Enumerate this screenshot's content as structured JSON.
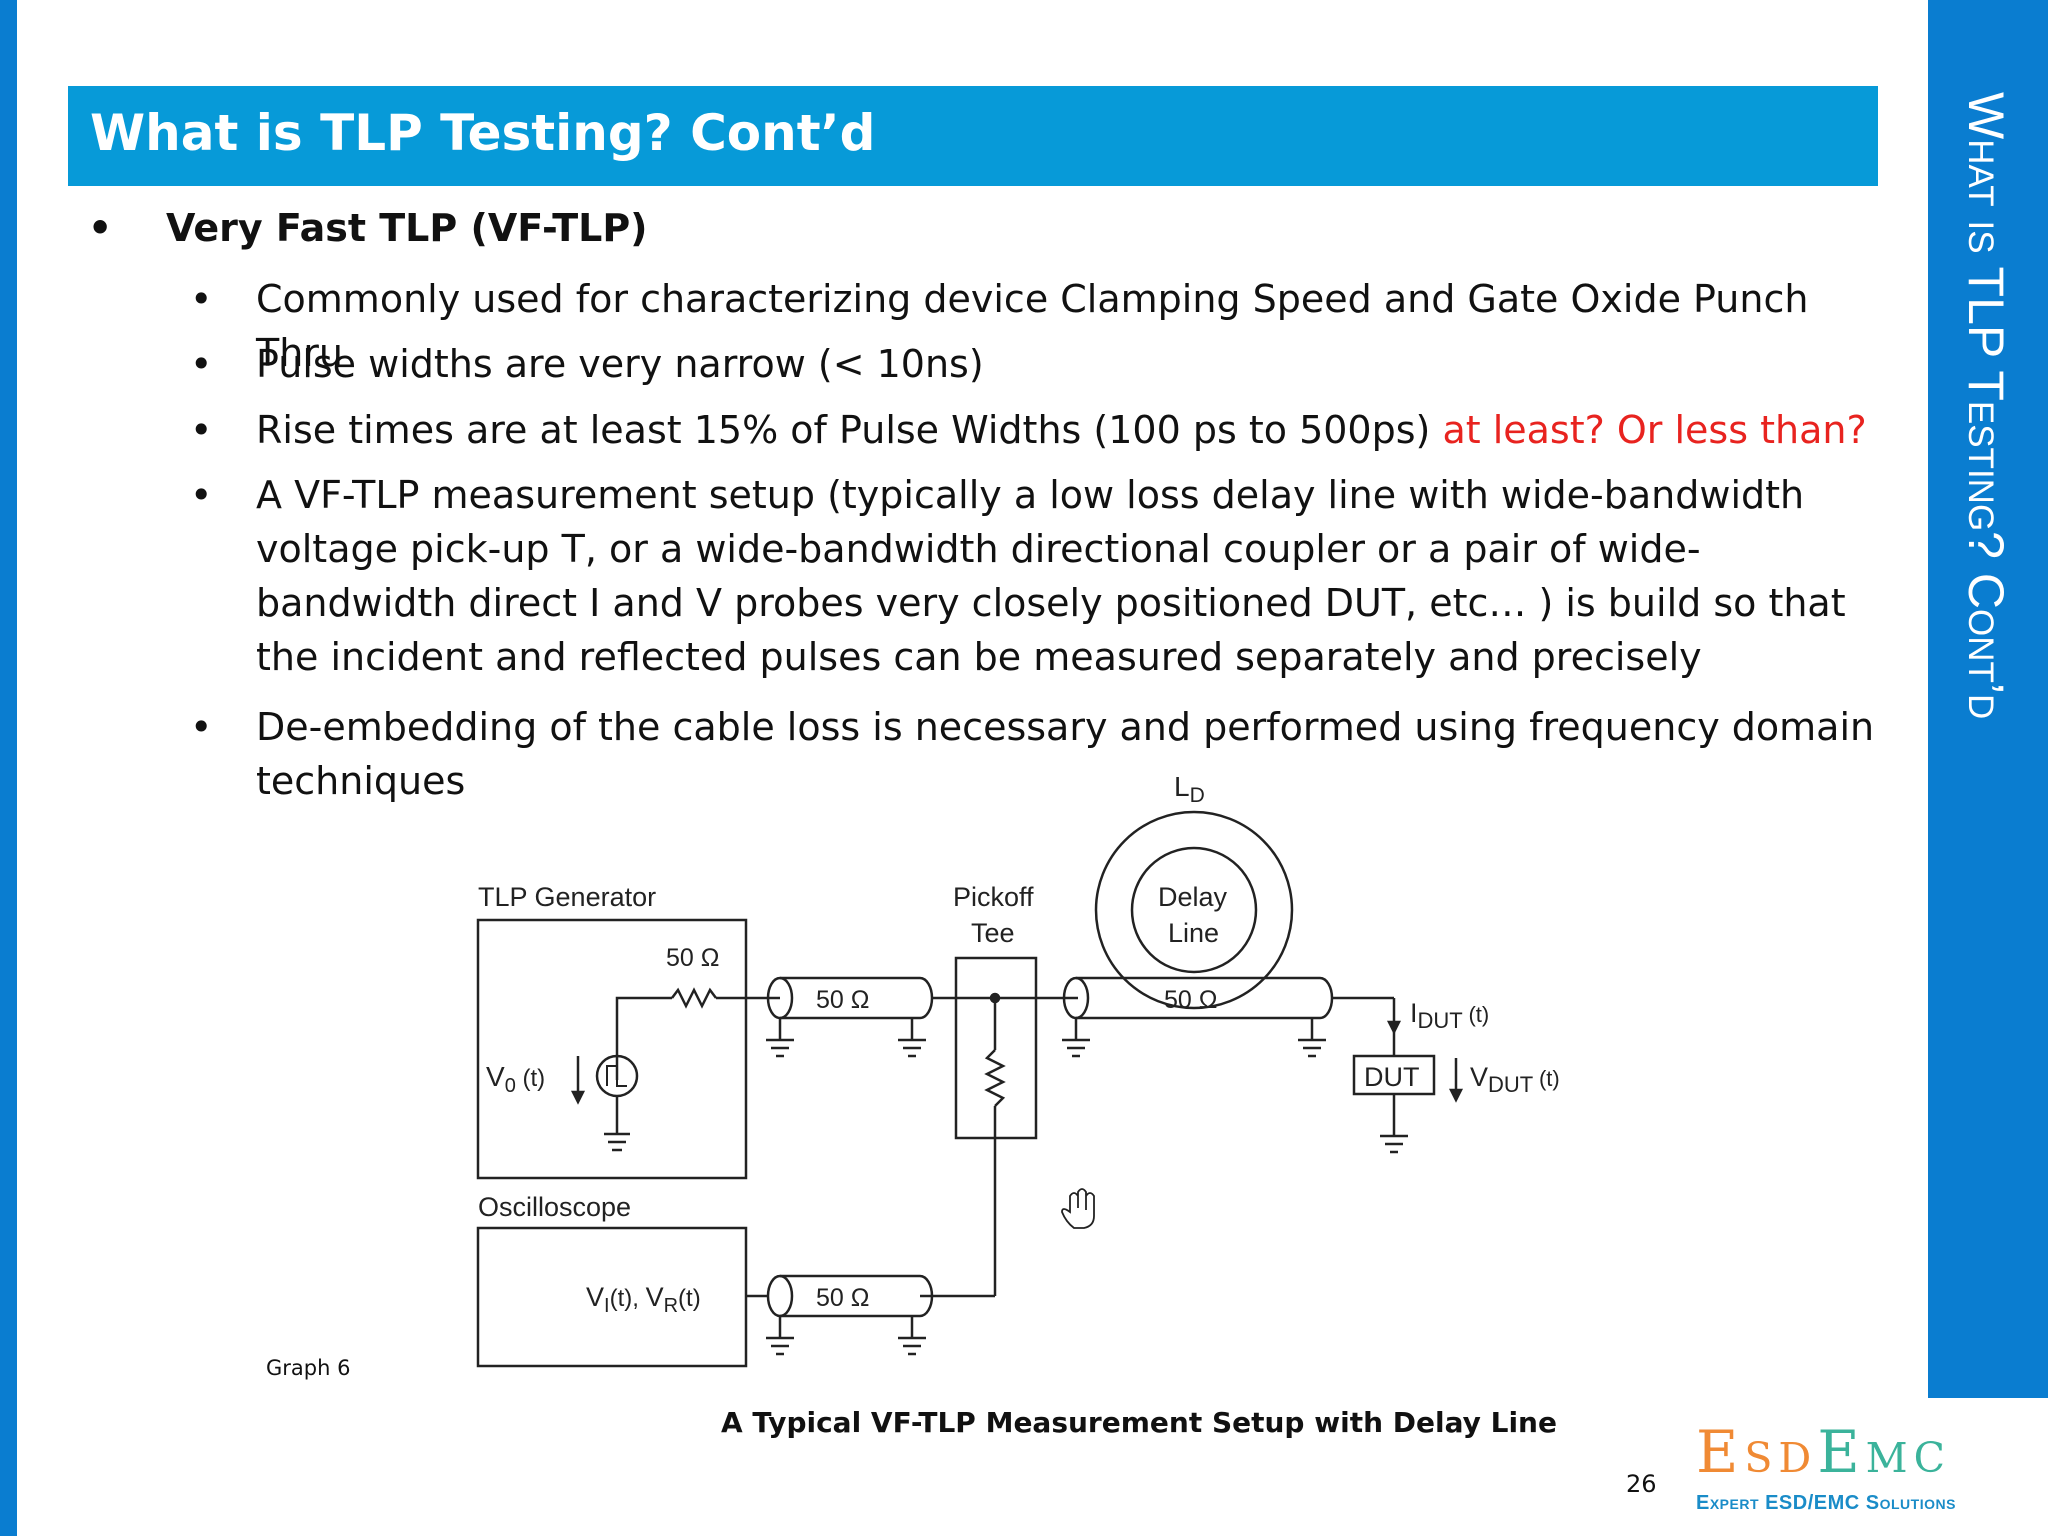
{
  "slide": {
    "title": "What is TLP Testing? Cont’d",
    "side_title": "What is TLP Testing? Cont’d",
    "page_number": "26"
  },
  "bullets": {
    "main": "Very Fast TLP (VF-TLP)",
    "items": [
      {
        "text": "Commonly used for characterizing device Clamping Speed and Gate Oxide Punch Thru",
        "note": ""
      },
      {
        "text": "Pulse widths are very narrow (< 10ns)",
        "note": ""
      },
      {
        "text": "Rise times are at least 15% of Pulse Widths (100 ps to 500ps) ",
        "note": "at least? Or less than?"
      },
      {
        "text": "A VF-TLP measurement setup (typically a low loss delay line with wide-bandwidth voltage pick-up T, or a wide-bandwidth directional coupler or a pair of wide-bandwidth direct I and V probes very closely positioned DUT, etc… ) is build so that the incident and reflected pulses can be measured separately and precisely",
        "note": ""
      },
      {
        "text": "De-embedding of the cable loss is necessary and performed using frequency domain techniques",
        "note": ""
      }
    ]
  },
  "diagram": {
    "tlp_generator": "TLP Generator",
    "oscilloscope": "Oscilloscope",
    "resistor": "50 Ω",
    "cable1": "50 Ω",
    "cable2": "50 Ω",
    "cable3": "50 Ω",
    "pickoff_line1": "Pickoff",
    "pickoff_line2": "Tee",
    "delay_line1": "Delay",
    "delay_line2": "Line",
    "ld_main": "L",
    "ld_sub": "D",
    "v0_main": "V",
    "v0_sub": "0",
    "v0_arg": " (t)",
    "vi_main": "V",
    "vi_sub": "I",
    "vi_arg": "(t), ",
    "vr_main": "V",
    "vr_sub": "R",
    "vr_arg": "(t)",
    "idut_main": "I",
    "idut_sub": "DUT",
    "idut_arg": " (t)",
    "vdut_main": "V",
    "vdut_sub": "DUT",
    "vdut_arg": " (t)",
    "dut": "DUT"
  },
  "graph_label": "Graph 6",
  "caption": "A Typical VF-TLP Measurement Setup with Delay Line",
  "logo": {
    "main_part1": "Esd",
    "main_part2": "Emc",
    "tagline": "Expert ESD/EMC Solutions"
  },
  "colors": {
    "accent_blue": "#0a7dd0",
    "title_blue": "#079ad8",
    "note_red": "#e8231f",
    "logo_orange": "#f08a34",
    "logo_green": "#3bb39b"
  }
}
